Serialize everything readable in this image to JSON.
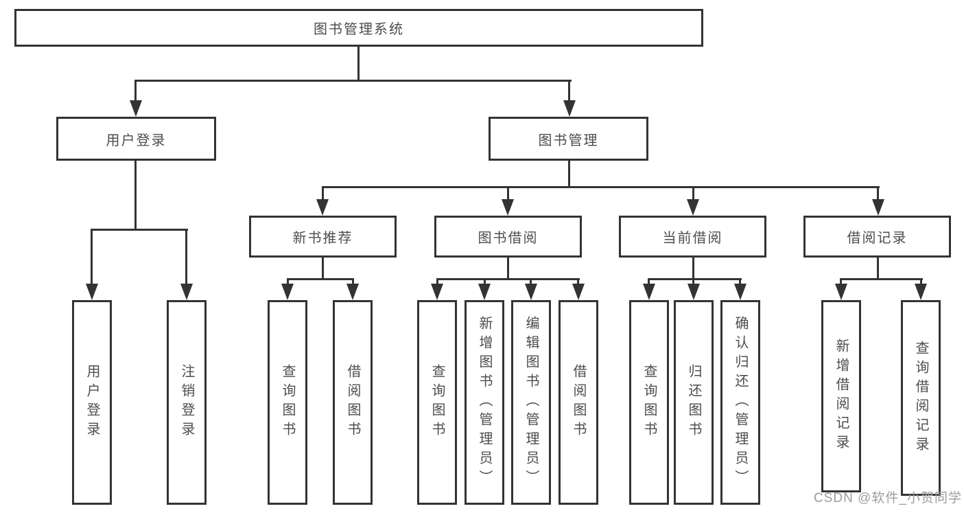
{
  "tree": {
    "root": {
      "label": "图书管理系统"
    },
    "branches": [
      {
        "label": "用户登录",
        "leaves": [
          "用户登录",
          "注销登录"
        ]
      },
      {
        "label": "图书管理",
        "groups": [
          {
            "label": "新书推荐",
            "leaves": [
              "查询图书",
              "借阅图书"
            ]
          },
          {
            "label": "图书借阅",
            "leaves": [
              "查询图书",
              "新增图书（管理员）",
              "编辑图书（管理员）",
              "借阅图书"
            ]
          },
          {
            "label": "当前借阅",
            "leaves": [
              "查询图书",
              "归还图书",
              "确认归还（管理员）"
            ]
          },
          {
            "label": "借阅记录",
            "leaves": [
              "新增借阅记录",
              "查询借阅记录"
            ]
          }
        ]
      }
    ]
  },
  "watermark": "CSDN @软件_小贺同学",
  "colors": {
    "line": "#333333",
    "text": "#4d4d4d",
    "watermark": "#9c9c9c",
    "background": "#ffffff"
  }
}
